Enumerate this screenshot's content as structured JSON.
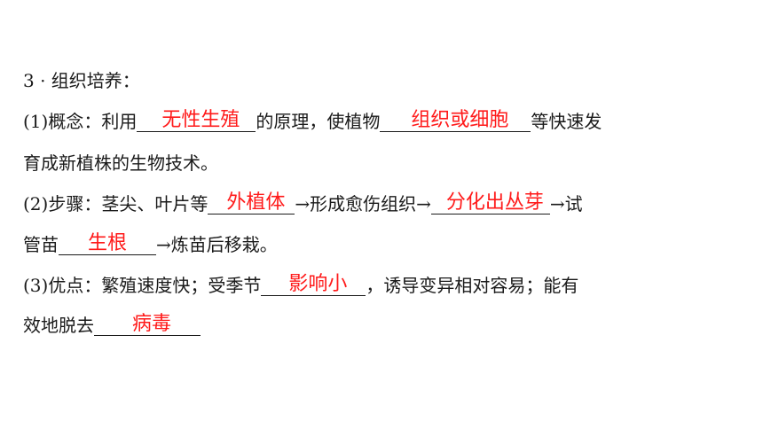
{
  "content": {
    "line1": {
      "text": "3 · 组织培养："
    },
    "line2": {
      "prefix": "(1)概念：利用",
      "answer1": "无性生殖",
      "mid": "的原理，使植物",
      "answer2": "组织或细胞",
      "suffix": "等快速发"
    },
    "line3": {
      "text": "育成新植株的生物技术。"
    },
    "line4": {
      "prefix": "(2)步骤：茎尖、叶片等",
      "answer1": "外植体",
      "mid": "→形成愈伤组织→",
      "answer2": "分化出丛芽",
      "suffix": "→试"
    },
    "line5": {
      "prefix": "管苗",
      "answer1": "生根",
      "suffix": "→炼苗后移栽。"
    },
    "line6": {
      "prefix": "(3)优点：繁殖速度快；受季节",
      "answer1": "影响小",
      "suffix": "，诱导变异相对容易；能有"
    },
    "line7": {
      "prefix": "效地脱去",
      "answer1": "病毒"
    }
  }
}
